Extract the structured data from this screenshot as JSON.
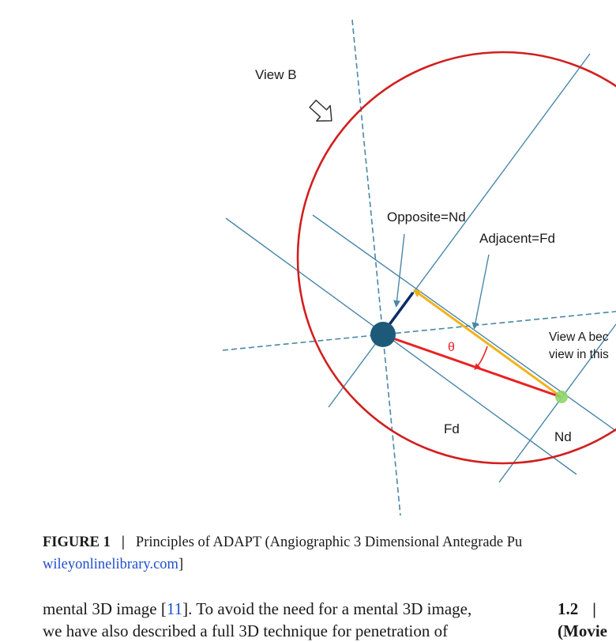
{
  "figure": {
    "labels": {
      "view_b": "View B",
      "opposite": "Opposite=Nd",
      "adjacent": "Adjacent=Fd",
      "theta": "θ",
      "view_a_line1": "View A bec",
      "view_a_line2": "view in this",
      "fd": "Fd",
      "nd": "Nd"
    },
    "colors": {
      "circle": "#d21f1f",
      "guide_lines": "#4a87a8",
      "dashed_lines": "#4a87a8",
      "red_vector": "#e82222",
      "yellow_vector": "#f2b21a",
      "navy_vector": "#0e2a66",
      "center_dot": "#1d5a7a",
      "end_dot": "#8fd66a"
    }
  },
  "caption": {
    "figure_label": "FIGURE 1",
    "separator": "|",
    "text": "Principles of ADAPT (Angiographic 3 Dimensional Antegrade Pu",
    "link": "wileyonlinelibrary.com",
    "close_bracket": "]"
  },
  "body": {
    "line1_start": "mental 3D image [",
    "ref": "11",
    "line1_end": "]. To avoid the need for a mental 3D image,",
    "line2": "we have also described a full 3D technique for penetration of"
  },
  "section": {
    "number": "1.2",
    "separator": "|",
    "heading_fragment": "(Movie"
  }
}
